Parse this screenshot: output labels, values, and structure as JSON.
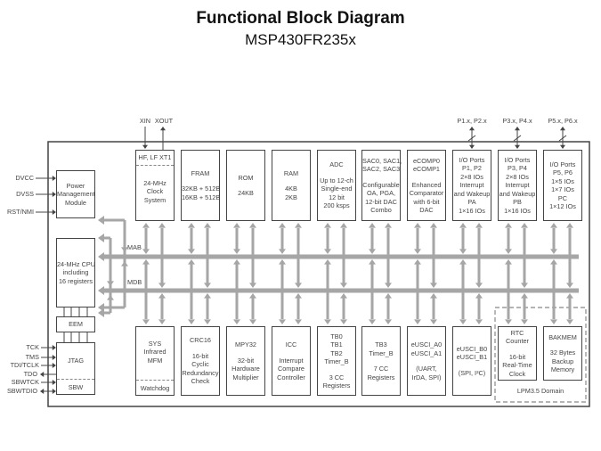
{
  "header": {
    "title": "Functional Block Diagram",
    "subtitle": "MSP430FR235x"
  },
  "colors": {
    "bus": "#a6a6a6",
    "border": "#444444",
    "text": "#333333"
  },
  "signals": {
    "clock": [
      "XIN",
      "XOUT"
    ],
    "io": [
      "P1.x, P2.x",
      "P3.x, P4.x",
      "P5.x, P6.x"
    ],
    "power": [
      "DVCC",
      "DVSS",
      "RST/NMI"
    ],
    "debug": [
      "TCK",
      "TMS",
      "TDI/TCLK",
      "TDO",
      "SBWTCK",
      "SBWTDIO"
    ]
  },
  "buses": {
    "mab": "MAB",
    "mdb": "MDB"
  },
  "blocks": {
    "power": [
      "Power",
      "Management",
      "Module"
    ],
    "cpu": [
      "24-MHz CPU",
      "including",
      "16 registers"
    ],
    "eem": [
      "EEM"
    ],
    "jtag": {
      "top": "JTAG",
      "bottom": "SBW"
    },
    "clock": {
      "top": "HF, LF XT1",
      "lines": [
        "24-MHz",
        "Clock",
        "System"
      ]
    },
    "fram": [
      "FRAM",
      "",
      "32KB + 512B",
      "16KB + 512B"
    ],
    "rom": [
      "ROM",
      "",
      "24KB"
    ],
    "ram": [
      "RAM",
      "",
      "4KB",
      "2KB"
    ],
    "adc": [
      "ADC",
      "",
      "Up to 12-ch",
      "Single-end",
      "12 bit",
      "200 ksps"
    ],
    "sac": [
      "SAC0, SAC1,",
      "SAC2, SAC3",
      "",
      "Configurable",
      "OA, PGA,",
      "12-bit DAC",
      "Combo"
    ],
    "ecomp": [
      "eCOMP0",
      "eCOMP1",
      "",
      "Enhanced",
      "Comparator",
      "with 6-bit",
      "DAC"
    ],
    "io1": [
      "I/O Ports",
      "P1, P2",
      "2×8 IOs",
      "Interrupt",
      "and Wakeup",
      "PA",
      "1×16 IOs"
    ],
    "io2": [
      "I/O Ports",
      "P3, P4",
      "2×8 IOs",
      "Interrupt",
      "and Wakeup",
      "PB",
      "1×16 IOs"
    ],
    "io3": [
      "I/O Ports",
      "P5, P6",
      "1×5 IOs",
      "1×7 IOs",
      "PC",
      "1×12 IOs"
    ],
    "sys": {
      "lines": [
        "SYS",
        "Infrared",
        "MFM"
      ],
      "bottom": "Watchdog"
    },
    "crc": [
      "CRC16",
      "",
      "16-bit",
      "Cyclic",
      "Redundancy",
      "Check"
    ],
    "mpy": [
      "MPY32",
      "",
      "32-bit",
      "Hardware",
      "Multiplier"
    ],
    "icc": [
      "ICC",
      "",
      "Interrupt",
      "Compare",
      "Controller"
    ],
    "tb0": [
      "TB0",
      "TB1",
      "TB2",
      "Timer_B",
      "",
      "3 CC",
      "Registers"
    ],
    "tb3": [
      "TB3",
      "Timer_B",
      "",
      "7 CC",
      "Registers"
    ],
    "usci_a": [
      "eUSCI_A0",
      "eUSCI_A1",
      "",
      "(UART,",
      "IrDA, SPI)"
    ],
    "usci_b": [
      "eUSCI_B0",
      "eUSCI_B1",
      "",
      "(SPI, I²C)"
    ],
    "rtc": [
      "RTC",
      "Counter",
      "",
      "16-bit",
      "Real-Time",
      "Clock"
    ],
    "bakmem": [
      "BAKMEM",
      "",
      "32 Bytes",
      "Backup",
      "Memory"
    ]
  },
  "lpm_domain": "LPM3.5 Domain"
}
